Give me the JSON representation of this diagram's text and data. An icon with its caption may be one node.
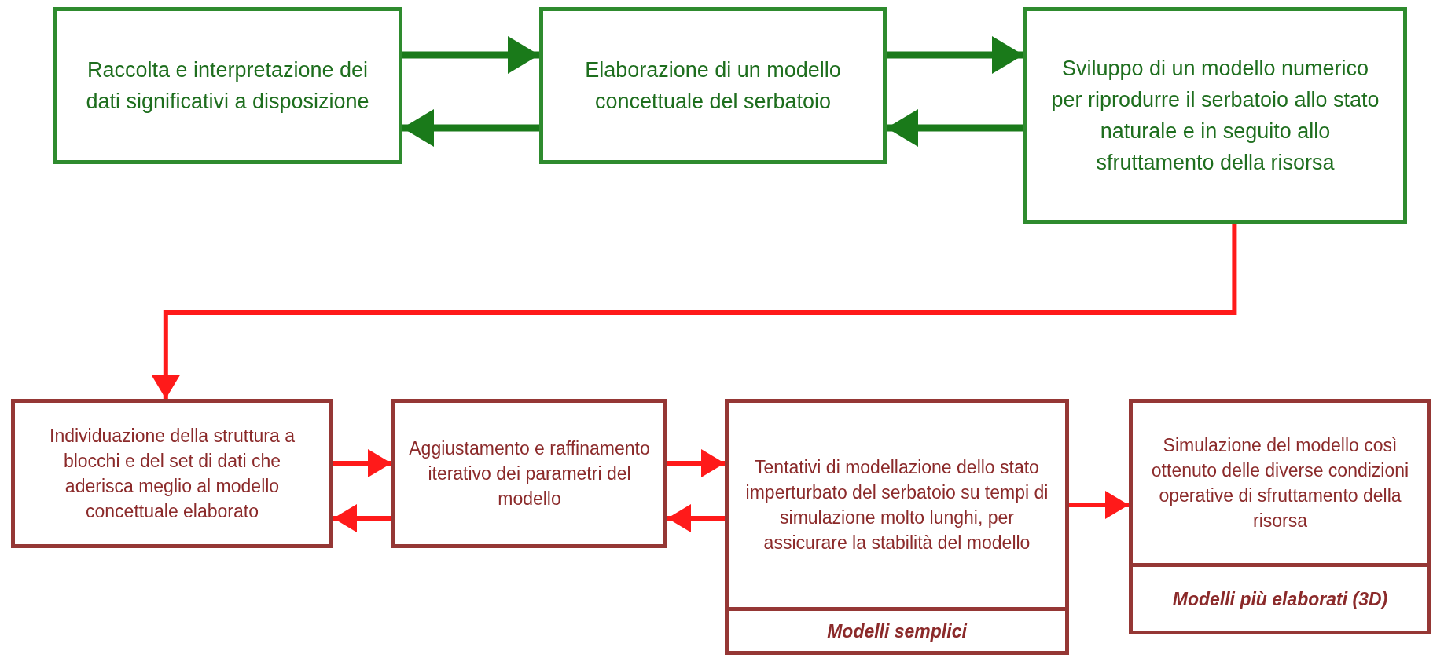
{
  "diagram": {
    "nodes": [
      {
        "text": [
          "Raccolta e interpretazione dei dati significativi a disposizione"
        ]
      },
      {
        "text": [
          "Elaborazione di un modello concettuale del serbatoio"
        ]
      },
      {
        "text": [
          "Sviluppo di un modello numerico per riprodurre il serbatoio allo stato naturale e in seguito allo sfruttamento della risorsa"
        ]
      },
      {
        "text": [
          "Individuazione della struttura a blocchi  e del set di dati che aderisca meglio al modello concettuale elaborato"
        ]
      },
      {
        "text": [
          "Aggiustamento e raffinamento iterativo dei parametri del modello"
        ]
      },
      {
        "text": [
          "Tentativi di modellazione dello stato imperturbato del serbatoio su tempi di simulazione molto lunghi, per assicurare la stabilità del modello",
          "Modelli semplici"
        ]
      },
      {
        "text": [
          "Simulazione del modello così ottenuto delle diverse condizioni operative di sfruttamento della risorsa",
          "Modelli più elaborati (3D)"
        ]
      }
    ],
    "edges": [
      {
        "from": 0,
        "to": 1,
        "arrow": "to",
        "color": "#1a7a1a"
      },
      {
        "from": 1,
        "to": 0,
        "arrow": "to",
        "color": "#1a7a1a"
      },
      {
        "from": 1,
        "to": 2,
        "arrow": "to",
        "color": "#1a7a1a"
      },
      {
        "from": 2,
        "to": 1,
        "arrow": "to",
        "color": "#1a7a1a"
      },
      {
        "from": 2,
        "to": 3,
        "arrow": "to"
      },
      {
        "from": 3,
        "to": 4,
        "arrow": "to"
      },
      {
        "from": 4,
        "to": 3,
        "arrow": "to"
      },
      {
        "from": 4,
        "to": 5,
        "arrow": "to"
      },
      {
        "from": 5,
        "to": 4,
        "arrow": "to"
      },
      {
        "from": 5,
        "to": 6,
        "arrow": "to"
      }
    ]
  }
}
